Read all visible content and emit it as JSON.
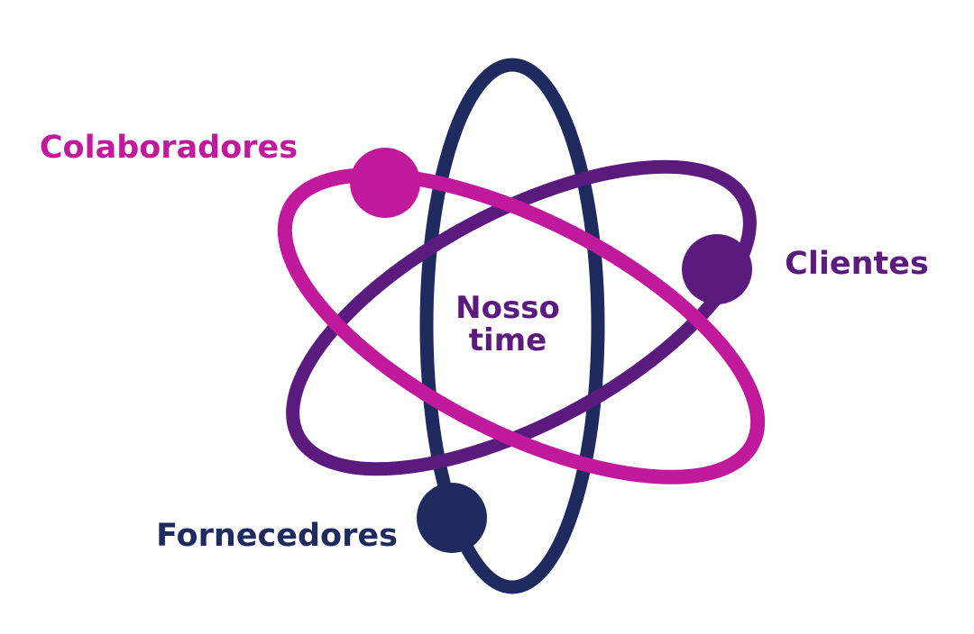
{
  "center_label": {
    "line1": "Nosso",
    "line2": "time"
  },
  "nodes": {
    "colaboradores": {
      "label": "Colaboradores"
    },
    "clientes": {
      "label": "Clientes"
    },
    "fornecedores": {
      "label": "Fornecedores"
    }
  },
  "colors": {
    "magenta": "#C0199B",
    "purple": "#5B1A7E",
    "navy": "#1F2A5E",
    "center_text": "#5B1A7E",
    "background": "#FFFFFF"
  }
}
